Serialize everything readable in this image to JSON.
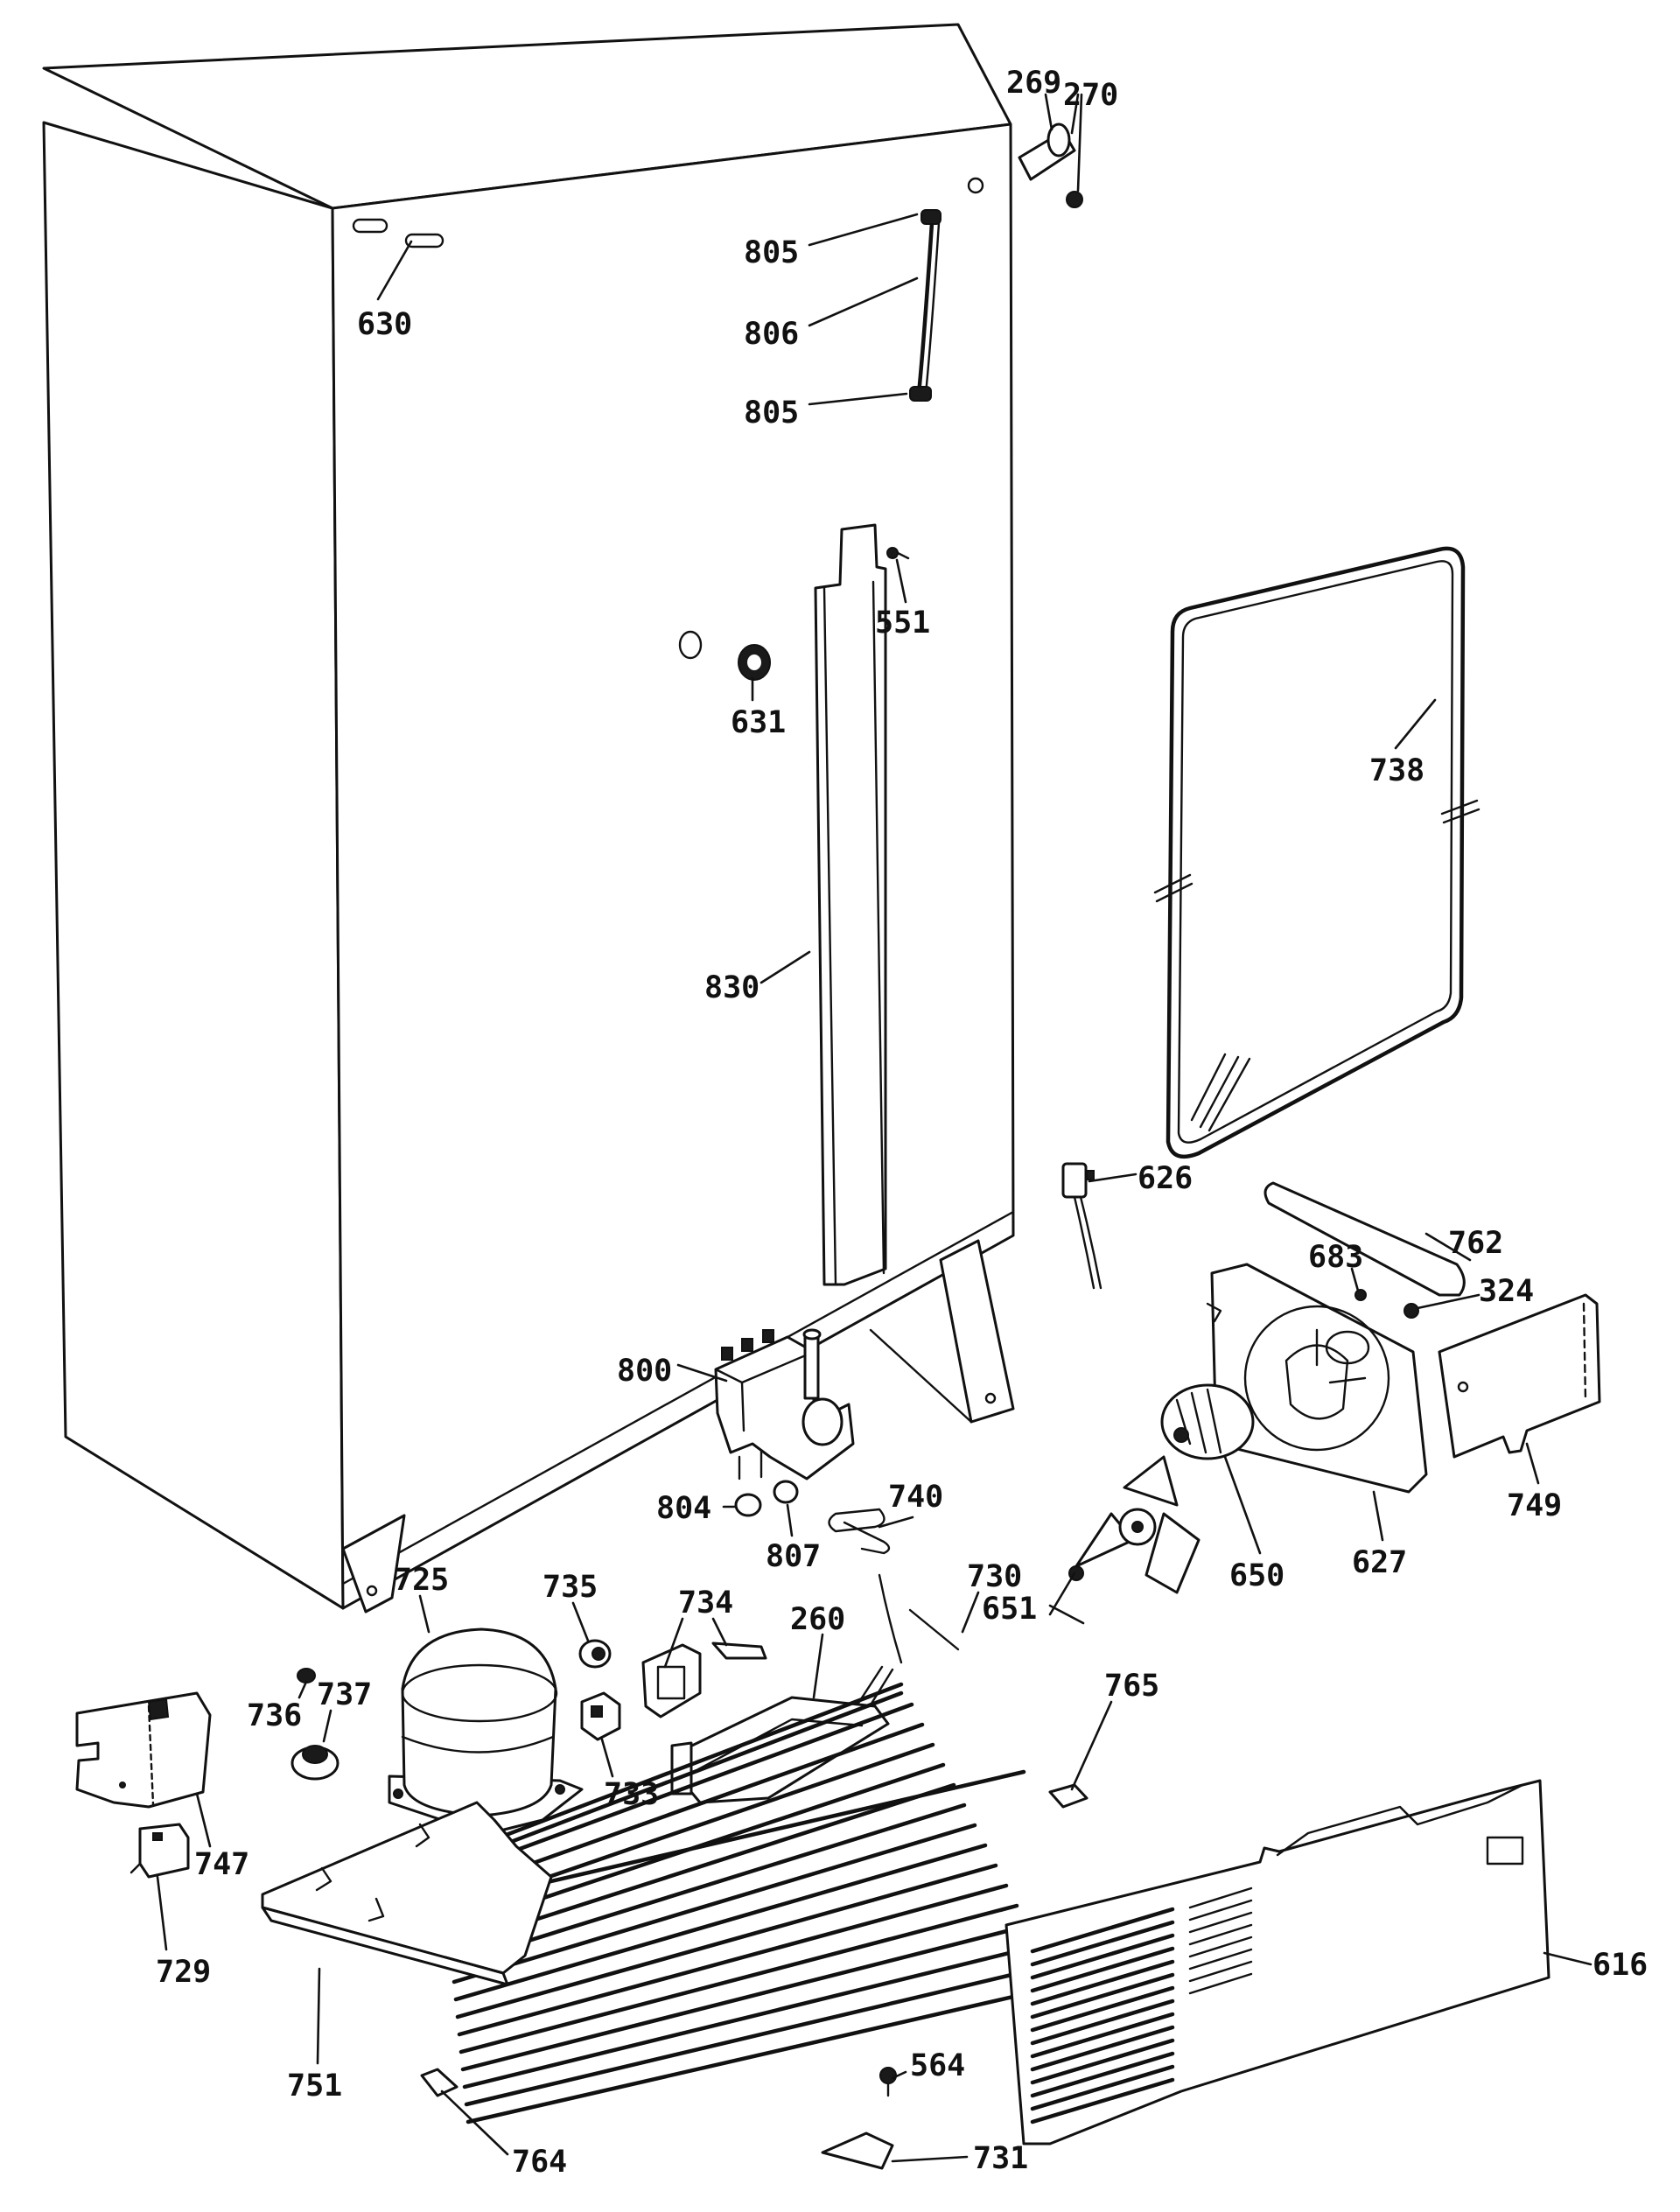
{
  "labels": {
    "p269": "269",
    "p270": "270",
    "p805a": "805",
    "p806": "806",
    "p805b": "805",
    "p630": "630",
    "p551": "551",
    "p631": "631",
    "p738": "738",
    "p830": "830",
    "p762": "762",
    "p683": "683",
    "p324": "324",
    "p800": "800",
    "p626": "626",
    "p749": "749",
    "p627": "627",
    "p804": "804",
    "p807": "807",
    "p740": "740",
    "p650": "650",
    "p651": "651",
    "p725": "725",
    "p735": "735",
    "p734": "734",
    "p260": "260",
    "p730": "730",
    "p765": "765",
    "p736": "736",
    "p737": "737",
    "p733": "733",
    "p747": "747",
    "p616": "616",
    "p729": "729",
    "p751": "751",
    "p564": "564",
    "p764": "764",
    "p731": "731"
  }
}
